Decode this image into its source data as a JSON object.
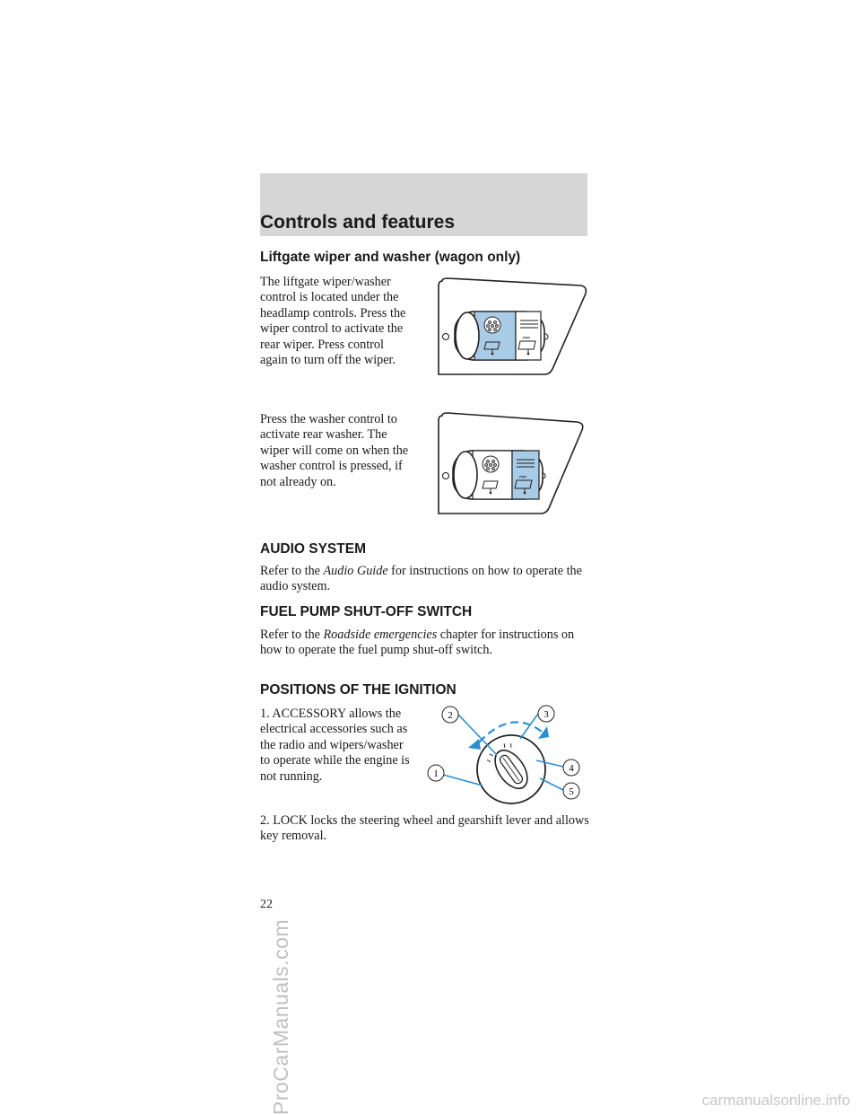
{
  "header": {
    "title": "Controls and features"
  },
  "liftgate": {
    "heading": "Liftgate wiper and washer (wagon only)",
    "para1": "The liftgate wiper/washer control is located under the headlamp controls. Press the wiper control to activate the rear wiper. Press control again to turn off the wiper.",
    "para2": "Press the washer control to activate rear washer. The wiper will come on when the washer control is pressed, if not already on."
  },
  "audio": {
    "heading": "AUDIO SYSTEM",
    "text_before": "Refer to the ",
    "italic": "Audio Guide",
    "text_after": " for instructions on how to operate the audio system."
  },
  "fuel_pump": {
    "heading": "FUEL PUMP SHUT-OFF SWITCH",
    "text_before": "Refer to the ",
    "italic": "Roadside emergencies",
    "text_after": " chapter for instructions on how to operate the fuel pump shut-off switch."
  },
  "ignition": {
    "heading": "POSITIONS OF THE IGNITION",
    "item1": "1. ACCESSORY allows the electrical accessories such as the radio and wipers/washer to operate while the engine is not running.",
    "item2": "2. LOCK locks the steering wheel and gearshift lever and allows key removal.",
    "callouts": [
      "1",
      "2",
      "3",
      "4",
      "5"
    ]
  },
  "page_number": "22",
  "watermarks": {
    "side": "ProCarManuals.com",
    "footer": "carmanualsonline.info"
  },
  "colors": {
    "highlight": "#a9cbe6",
    "accent_blue": "#2b8fd0",
    "header_band": "#d6d6d6"
  }
}
